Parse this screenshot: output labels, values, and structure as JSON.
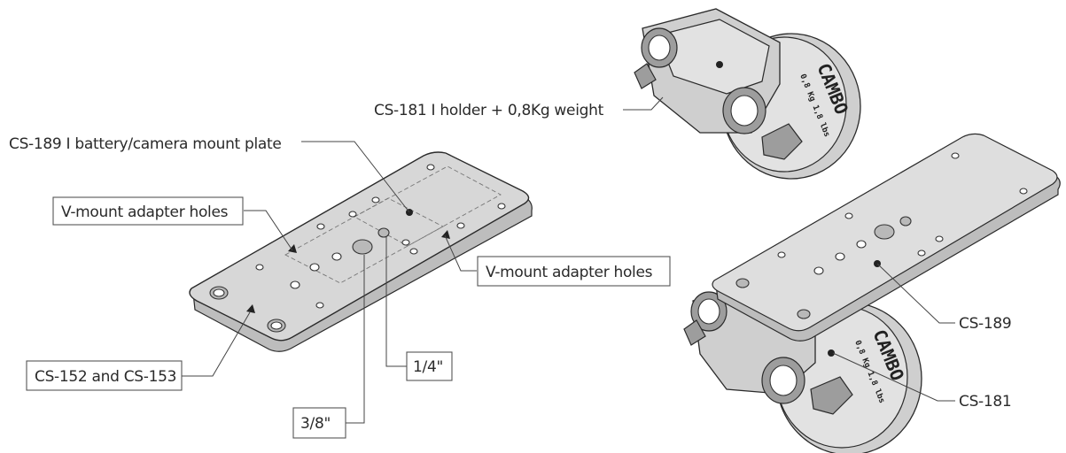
{
  "labels": {
    "holder_weight": "CS-181 I holder + 0,8Kg weight",
    "mount_plate": "CS-189 I battery/camera mount plate",
    "vmount_left": "V-mount adapter holes",
    "vmount_right": "V-mount adapter holes",
    "cs152_153": "CS-152 and CS-153",
    "quarter_inch": "1/4\"",
    "three_eighths": "3/8\"",
    "cs189": "CS-189",
    "cs181": "CS-181"
  },
  "weight_engraving": {
    "brand": "CAMBO",
    "weight": "0,8 Kg  1,8 lbs"
  }
}
